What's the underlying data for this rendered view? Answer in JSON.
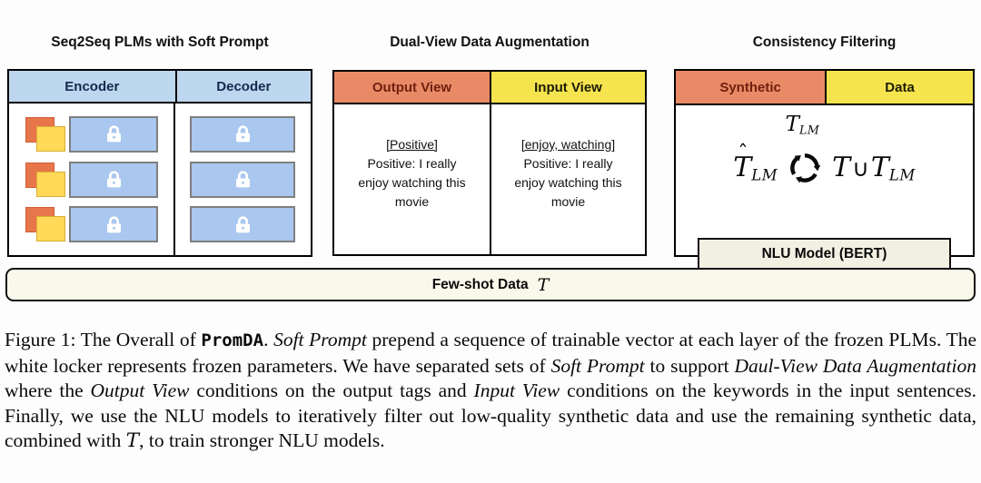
{
  "colors": {
    "header_blue": "#bdd7ee",
    "lock_blue": "#a9c7ef",
    "lock_border": "#7f7f7f",
    "salmon": "#e98a67",
    "salmon_text": "#70200e",
    "yellow": "#f6e44f",
    "orange_token": "#e8764b",
    "yellow_token": "#ffd957",
    "ivory": "#f2f0e2",
    "bar_ivory": "#faf8ea"
  },
  "panels": {
    "seq2seq": {
      "title": "Seq2Seq PLMs with Soft Prompt",
      "columns": [
        {
          "label": "Encoder"
        },
        {
          "label": "Decoder"
        }
      ],
      "lock_icon": "lock-icon",
      "rows_per_column": 3
    },
    "dual_view": {
      "title": "Dual-View Data Augmentation",
      "columns": [
        {
          "label": "Output View",
          "lines": [
            "[Positive]",
            "Positive: I really",
            "enjoy watching this",
            "movie"
          ]
        },
        {
          "label": "Input View",
          "lines": [
            "[enjoy, watching]",
            "Positive: I really",
            "enjoy watching this",
            "movie"
          ]
        }
      ]
    },
    "consistency": {
      "title": "Consistency Filtering",
      "columns": [
        {
          "label": "Synthetic"
        },
        {
          "label": "Data"
        }
      ],
      "math": {
        "top_t": "T",
        "top_sub": "LM",
        "hat": "ˆ",
        "left_t": "T",
        "left_sub": "LM",
        "right_t1": "T",
        "union": "∪",
        "right_t2": "T",
        "right_sub": "LM"
      },
      "nlu_box_label": "NLU Model (BERT)"
    }
  },
  "fewshot_bar": {
    "label": "Few-shot Data",
    "symbol": "T"
  },
  "caption": {
    "segments": [
      {
        "text": "Figure 1: The Overall of "
      },
      {
        "text": "PromDA"
      },
      {
        "text": ". "
      },
      {
        "text": "Soft Prompt"
      },
      {
        "text": " prepend a sequence of trainable vector at each layer of the frozen PLMs. The white locker represents frozen parameters. We have separated sets of "
      },
      {
        "text": "Soft Prompt"
      },
      {
        "text": " to support "
      },
      {
        "text": "Daul-View Data Augmentation"
      },
      {
        "text": " where the "
      },
      {
        "text": "Output View"
      },
      {
        "text": " conditions on the output tags and "
      },
      {
        "text": "Input View"
      },
      {
        "text": " conditions on the keywords in the input sentences. Finally, we use the NLU models to iteratively filter out low-quality synthetic data and use the remaining synthetic data, combined with "
      },
      {
        "text": "T"
      },
      {
        "text": ", to train stronger NLU models."
      }
    ]
  }
}
